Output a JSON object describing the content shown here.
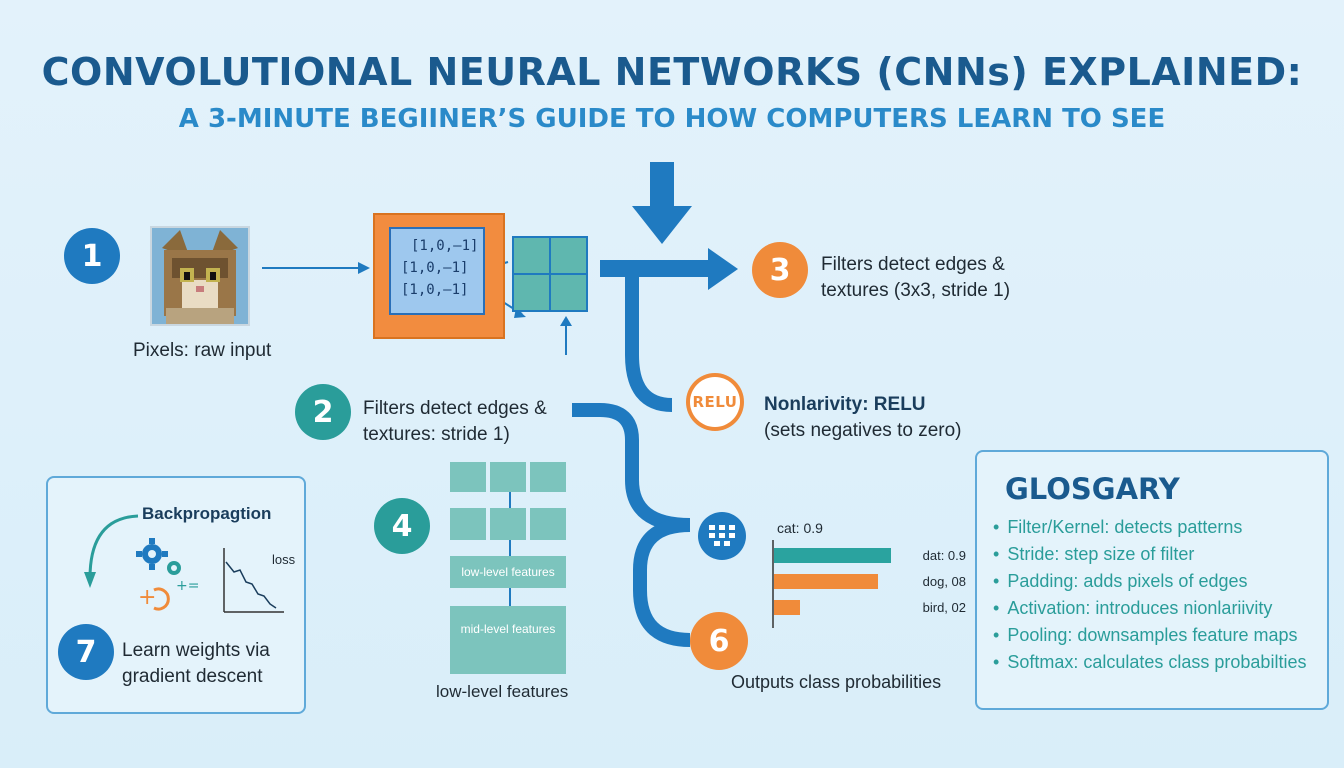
{
  "header": {
    "title": "CONVOLUTIONAL NEURAL NETWORKS (CNNs) EXPLAINED:",
    "subtitle": "A 3-MINUTE BEGIINER’S GUIDE TO HOW COMPUTERS LEARN TO SEE"
  },
  "steps": {
    "s1": {
      "num": "1",
      "label": "Pixels: raw input"
    },
    "s2": {
      "num": "2",
      "label_line1": "Filters detect edges &",
      "label_line2": "textures: stride 1)"
    },
    "s3": {
      "num": "3",
      "label_line1": "Filters detect edges &",
      "label_line2": "textures (3x3, stride 1)"
    },
    "relu": {
      "badge": "RELU",
      "label_line1": "Nonlarivity: RELU",
      "label_line2": "(sets negatives to zero)"
    },
    "s4": {
      "num": "4",
      "label": "low-level features",
      "block1": "low-level features",
      "block2": "mid-level features"
    },
    "s6": {
      "num": "6",
      "label": "Outputs class probabilities"
    },
    "s7": {
      "num": "7",
      "title": "Backpropagtion",
      "loss": "loss",
      "label_line1": "Learn weights via",
      "label_line2": "gradient descent"
    }
  },
  "kernel": {
    "row1": "[1,0,–1]",
    "row2": "[1,0,–1]",
    "row3": "[1,0,–1]"
  },
  "chart_data": {
    "type": "bar",
    "categories": [
      "dat",
      "dog",
      "bird"
    ],
    "values": [
      0.9,
      0.8,
      0.2
    ],
    "top_label": "cat: 0.9",
    "bar_labels": [
      "dat: 0.9",
      "dog, 08",
      "bird, 02"
    ],
    "colors": [
      "#2aa39f",
      "#f08b3a",
      "#f08b3a"
    ],
    "xlim": [
      0,
      1
    ]
  },
  "glossary": {
    "title": "GLOSGARY",
    "items": [
      "Filter/Kernel: detects patterns",
      "Stride: step size of filter",
      "Padding: adds pixels of edges",
      "Activation: introduces nionlariivity",
      "Pooling: downsamples feature maps",
      "Softmax: calculates class probabilties"
    ]
  },
  "colors": {
    "title": "#1a5a8e",
    "subtitle": "#2a8ac9",
    "blue": "#1f7ac0",
    "teal": "#2a9d9a",
    "orange": "#f08b3a"
  }
}
